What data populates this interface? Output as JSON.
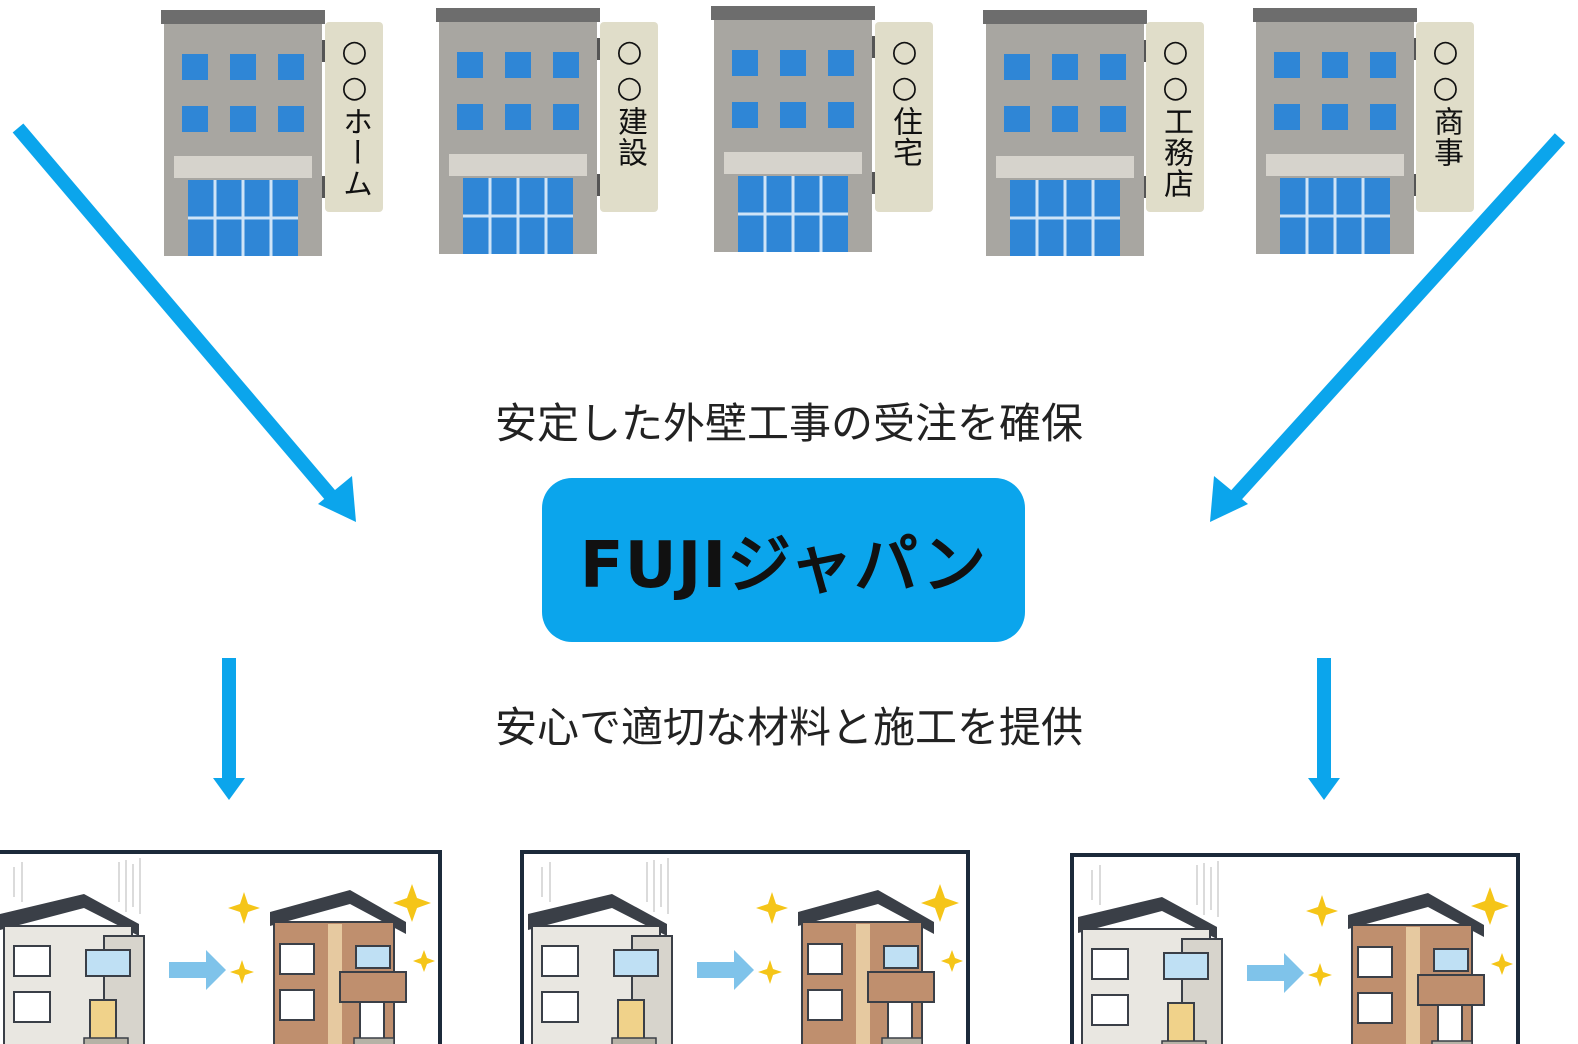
{
  "companies": [
    {
      "name": "○○ホーム"
    },
    {
      "name": "○○建設"
    },
    {
      "name": "○○住宅"
    },
    {
      "name": "○○工務店"
    },
    {
      "name": "○○商事"
    }
  ],
  "captions": {
    "top": "安定した外壁工事の受注を確保",
    "bottom": "安心で適切な材料と施工を提供"
  },
  "logo": {
    "text": "FUJIジャパン"
  },
  "colors": {
    "arrow": "#0ba5ec",
    "logo_bg": "#0ba5ec",
    "building_wall": "#a8a6a1",
    "building_roof": "#6d6d6d",
    "window": "#2f86d6",
    "sign": "#e0ddc9"
  },
  "houses": [
    {
      "before_icon": "old-house-icon",
      "after_icon": "new-house-icon"
    },
    {
      "before_icon": "old-house-icon",
      "after_icon": "new-house-icon"
    },
    {
      "before_icon": "old-house-icon",
      "after_icon": "new-house-icon"
    }
  ]
}
